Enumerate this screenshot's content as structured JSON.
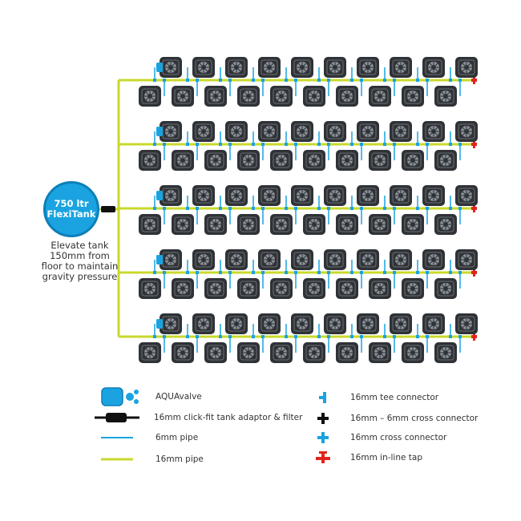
{
  "tank": {
    "line1": "750 ltr",
    "line2": "FlexiTank",
    "note_lines": [
      "Elevate tank",
      "150mm from",
      "floor to maintain",
      "gravity pressure"
    ]
  },
  "colors": {
    "pipe_16mm": "#c9d92c",
    "pipe_6mm": "#1aa3e0",
    "tank_blue": "#1aa3e0",
    "pot_fill": "#2f3236",
    "tap_red": "#e1251b"
  },
  "layout_info": {
    "blocks": 5,
    "pots_per_row": 10
  },
  "legend": {
    "left": [
      {
        "symbol": "aquavalve-icon",
        "label": "AQUAvalve"
      },
      {
        "symbol": "tank-adaptor-filter-icon",
        "label": "16mm click-fit tank adaptor & filter"
      },
      {
        "symbol": "pipe-6mm-icon",
        "label": "6mm pipe"
      },
      {
        "symbol": "pipe-16mm-icon",
        "label": "16mm pipe"
      }
    ],
    "right": [
      {
        "symbol": "tee-connector-icon",
        "label": "16mm tee connector"
      },
      {
        "symbol": "cross-connector-16-6-icon",
        "label": "16mm – 6mm cross connector"
      },
      {
        "symbol": "cross-connector-16-icon",
        "label": "16mm cross connector"
      },
      {
        "symbol": "inline-tap-icon",
        "label": "16mm in-line tap"
      }
    ]
  }
}
